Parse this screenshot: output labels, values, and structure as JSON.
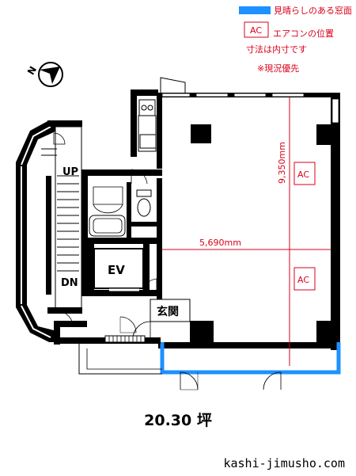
{
  "legend": {
    "view_window_swatch_color": "#1e90ff",
    "view_window_text": "見晴らしのある窓面",
    "ac_box_text": "AC",
    "ac_position_text": "エアコンの位置",
    "dimension_note": "寸法は内寸です",
    "current_condition_note": "※現況優先"
  },
  "compass": {
    "label": "N"
  },
  "rooms": {
    "up": "UP",
    "dn": "DN",
    "ev": "EV",
    "entrance": "玄関",
    "ac_upper": "AC",
    "ac_lower": "AC"
  },
  "dimensions": {
    "width": "5,690mm",
    "depth": "9,350mm"
  },
  "area": "20.30 坪",
  "site": "kashi-jimusho.com",
  "colors": {
    "accent_red": "#d9001b",
    "window_blue": "#1e90ff",
    "wall": "#000000"
  }
}
